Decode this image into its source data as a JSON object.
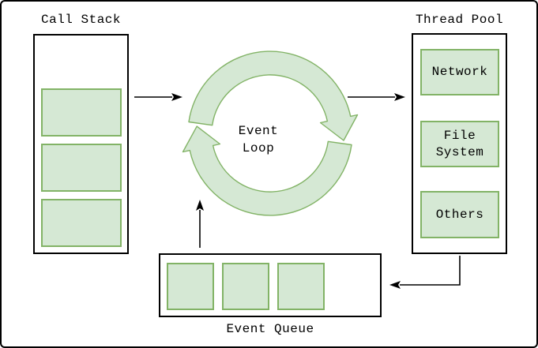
{
  "call_stack": {
    "title": "Call Stack",
    "frame_count": 3
  },
  "event_loop": {
    "label": "Event Loop"
  },
  "thread_pool": {
    "title": "Thread Pool",
    "items": [
      "Network",
      "File System",
      "Others"
    ]
  },
  "event_queue": {
    "title": "Event Queue",
    "slot_count": 3
  },
  "colors": {
    "node_fill": "#d5e8d4",
    "node_border": "#82b366",
    "line": "#000000",
    "background": "#ffffff"
  }
}
